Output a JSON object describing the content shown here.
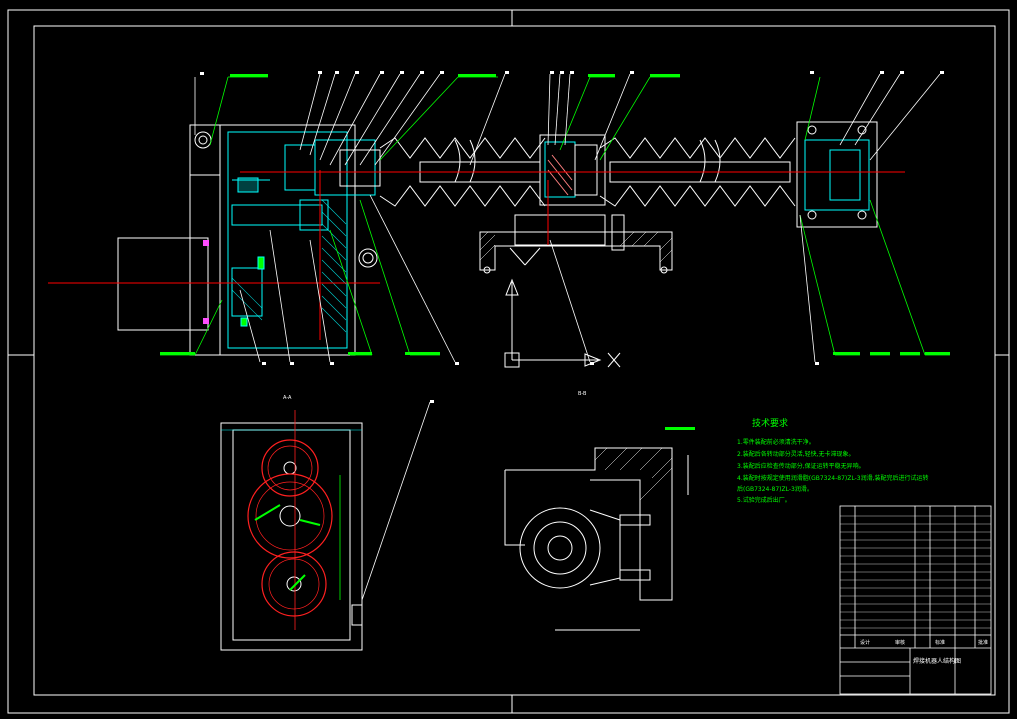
{
  "window": {
    "topbar_marks": [
      "y",
      "y",
      "y",
      "y",
      "y",
      "y",
      "y",
      "y",
      "y",
      "y"
    ]
  },
  "views": {
    "side_view_title": "A-A",
    "bracket_view_title": "B-B"
  },
  "axes": {
    "x_label": "X"
  },
  "technical_requirements": {
    "title": "技术要求",
    "lines": [
      "1.零件装配前必须清洗干净。",
      "2.装配后各转动部分灵活,轻快,无卡滞现象。",
      "3.装配后应检查传动部分,保证运转平稳无异响。",
      "4.装配时按规定使用润滑脂(GB7324-87)ZL-3润滑,装配完后进行试运转",
      "后(GB7324-87)ZL-3润滑。",
      "5.试验完成后出厂。"
    ]
  },
  "title_block": {
    "drawing_name": "焊接机器人结构图",
    "footer_labels": [
      "设计",
      "审核",
      "标准",
      "批准"
    ]
  },
  "colors": {
    "outline": "#ffffff",
    "part": "#00ffff",
    "leader": "#00ff00",
    "centerline": "#ff0000",
    "gear": "#ff2020",
    "hatch": "#00ffff",
    "label_bar": "#00ff00"
  }
}
